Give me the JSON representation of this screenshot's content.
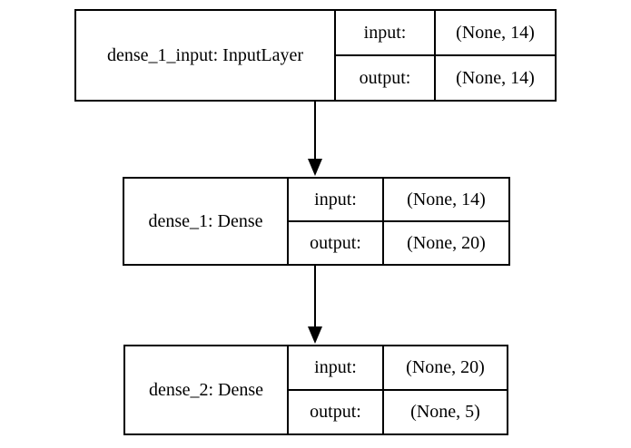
{
  "diagram": {
    "type": "keras-model-graph",
    "background_color": "#ffffff",
    "line_color": "#000000",
    "text_color": "#000000",
    "nodes": [
      {
        "id": "dense_1_input",
        "label": "dense_1_input: InputLayer",
        "input_label": "input:",
        "output_label": "output:",
        "input_shape": "(None, 14)",
        "output_shape": "(None, 14)"
      },
      {
        "id": "dense_1",
        "label": "dense_1: Dense",
        "input_label": "input:",
        "output_label": "output:",
        "input_shape": "(None, 14)",
        "output_shape": "(None, 20)"
      },
      {
        "id": "dense_2",
        "label": "dense_2: Dense",
        "input_label": "input:",
        "output_label": "output:",
        "input_shape": "(None, 20)",
        "output_shape": "(None, 5)"
      }
    ],
    "edges": [
      {
        "from": "dense_1_input",
        "to": "dense_1"
      },
      {
        "from": "dense_1",
        "to": "dense_2"
      }
    ]
  }
}
